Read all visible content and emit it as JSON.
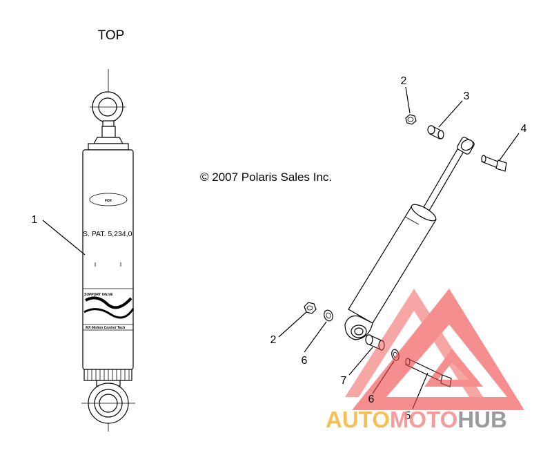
{
  "view_label": "TOP",
  "copyright": "© 2007 Polaris Sales Inc.",
  "shock_markings": {
    "logo": "FOX",
    "patent": "S. PAT. 5,234,0",
    "valve_text": "SUPPORT VALVE",
    "bottom_text": "MX Motion Control Tech"
  },
  "callouts": [
    {
      "id": "1",
      "label": "1"
    },
    {
      "id": "2a",
      "label": "2"
    },
    {
      "id": "3",
      "label": "3"
    },
    {
      "id": "4",
      "label": "4"
    },
    {
      "id": "2b",
      "label": "2"
    },
    {
      "id": "6a",
      "label": "6"
    },
    {
      "id": "7",
      "label": "7"
    },
    {
      "id": "6b",
      "label": "6"
    },
    {
      "id": "5",
      "label": "5"
    }
  ],
  "watermark": {
    "part1": "AUTO",
    "part2": "MOTO",
    "part3": "HUB",
    "colors": {
      "auto": "#f7b53c",
      "moto": "#f48a8a",
      "hub": "#8a8a8a"
    }
  }
}
